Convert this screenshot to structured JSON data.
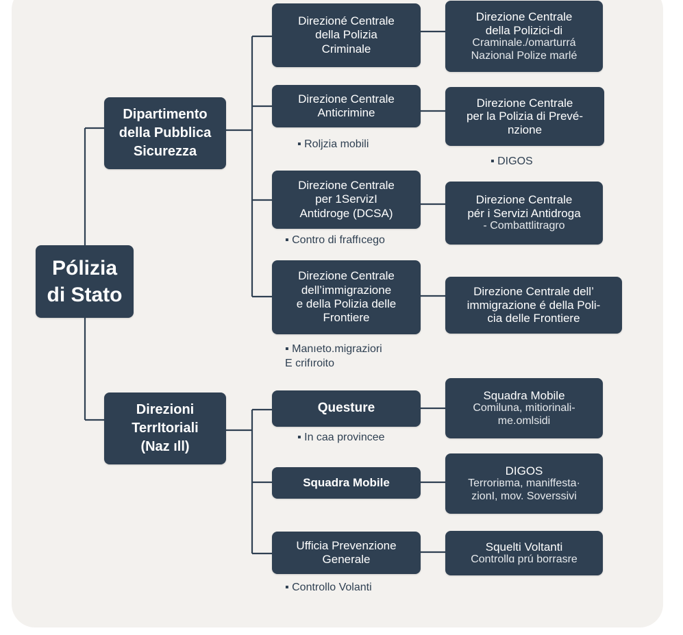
{
  "root": {
    "label": "Pólizia\ndi Stato"
  },
  "branches": [
    {
      "label": "Dipartimento\ndella Pubblica\nSicurezza"
    },
    {
      "label": "Direzioni\nTerrItoriali\n(Naz ıll)"
    }
  ],
  "mid_boxes": [
    {
      "label": "Direzioné Centrale\ndella Polizia\nCriminale",
      "note": ""
    },
    {
      "label": "Direzione Centrale\nAnticrimine",
      "note": "▪ Roljzia mobili"
    },
    {
      "label": "Direzione Centrale\nper 1ServizI\nAntidroge (DCSA)",
      "note": "▪ Contro di fraffıcego"
    },
    {
      "label": "Direzione Centrale\ndell’immigrazione\ne della Polizia delle\nFrontiere",
      "note": "▪ Manıeto.migraziori\n   E crifıroito"
    },
    {
      "label": "Questure",
      "note": "▪ In caa provincee"
    },
    {
      "label": "Squadra Mobile",
      "note": ""
    },
    {
      "label": "Ufficia Prevenzione\nGenerale",
      "note": "▪ Controllo Volanti"
    }
  ],
  "right_boxes": [
    {
      "title": "Direzione Centrale\ndella Polizici-di",
      "sub": "Craminale./omarturrá\nNazional Polize marlé",
      "note": ""
    },
    {
      "title": "Direzione Centrale\nper la Polizia di Prevé-\nnzione",
      "sub": "",
      "note": "▪ DIGOS"
    },
    {
      "title": "Direzione Centrale\npér i Servizi Antidroga",
      "sub": "- Combattlitragro",
      "note": ""
    },
    {
      "title": "Direzione Centrale dell’\nimmigrazione é della Poli-\ncia delle Frontiere",
      "sub": "",
      "note": ""
    },
    {
      "title": "Squadra Mobile",
      "sub": "Comiluna, mitiorinali-\nme.omlsidi",
      "note": ""
    },
    {
      "title": "DIGOS",
      "sub": "Terroriвma, maniffesta·\nzionI, mov. Soverssivi",
      "note": ""
    },
    {
      "title": "Squelti Voltanti",
      "sub": "Controllɑ prú borrasre",
      "note": ""
    }
  ]
}
